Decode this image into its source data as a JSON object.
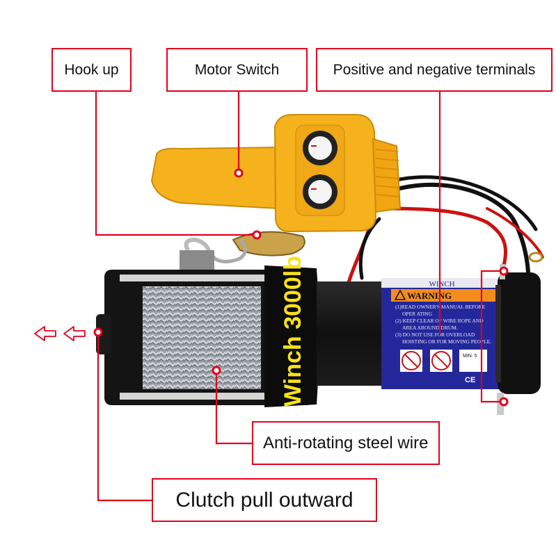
{
  "callouts": {
    "hook_up": "Hook up",
    "motor_switch": "Motor Switch",
    "terminals": "Positive and negative terminals",
    "steel_wire": "Anti-rotating steel wire",
    "clutch": "Clutch pull outward"
  },
  "product": {
    "drum_band_text": "Winch 3000lb",
    "label_header": "WINCH",
    "label_warning": "WARNING",
    "label_lines": [
      "(1)READ OWNER'S MANUAL BEFORE",
      "OPER ATING",
      "(2) KEEP CLEAR OF WIRE ROPE AND",
      "AREA AROUND DRUM.",
      "(3) DO NOT USE FOR OVERLOAD",
      "HOISTING OR FOR MOVING PEOPLE."
    ],
    "ce_mark": "CE",
    "min_text": "MIN. 5"
  },
  "colors": {
    "accent": "#e3001b",
    "remote": "#f6b21c",
    "label_blue": "#24279a",
    "warning_orange": "#f28c1c"
  }
}
